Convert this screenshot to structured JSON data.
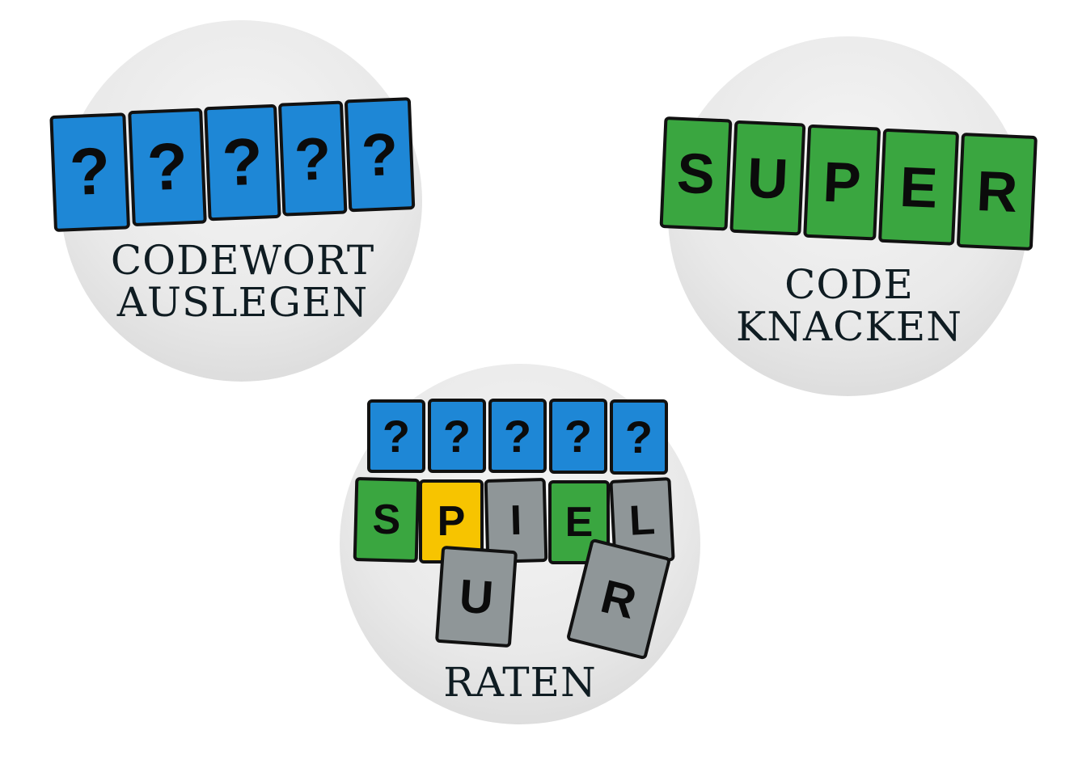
{
  "colors": {
    "blue": "#1e87d6",
    "green": "#3aa640",
    "yellow": "#f7c400",
    "gray": "#8f9698"
  },
  "step1": {
    "tiles": [
      "?",
      "?",
      "?",
      "?",
      "?"
    ],
    "caption_line1": "CODEWORT",
    "caption_line2": "AUSLEGEN"
  },
  "step2": {
    "tiles": [
      "S",
      "U",
      "P",
      "E",
      "R"
    ],
    "caption_line1": "CODE",
    "caption_line2": "KNACKEN"
  },
  "step3": {
    "secret_tiles": [
      "?",
      "?",
      "?",
      "?",
      "?"
    ],
    "guess_tiles": [
      "S",
      "P",
      "I",
      "E",
      "L"
    ],
    "guess_colors": [
      "green",
      "yellow",
      "gray",
      "green",
      "gray"
    ],
    "extra_tiles": [
      "U",
      "R"
    ],
    "caption": "RATEN"
  }
}
